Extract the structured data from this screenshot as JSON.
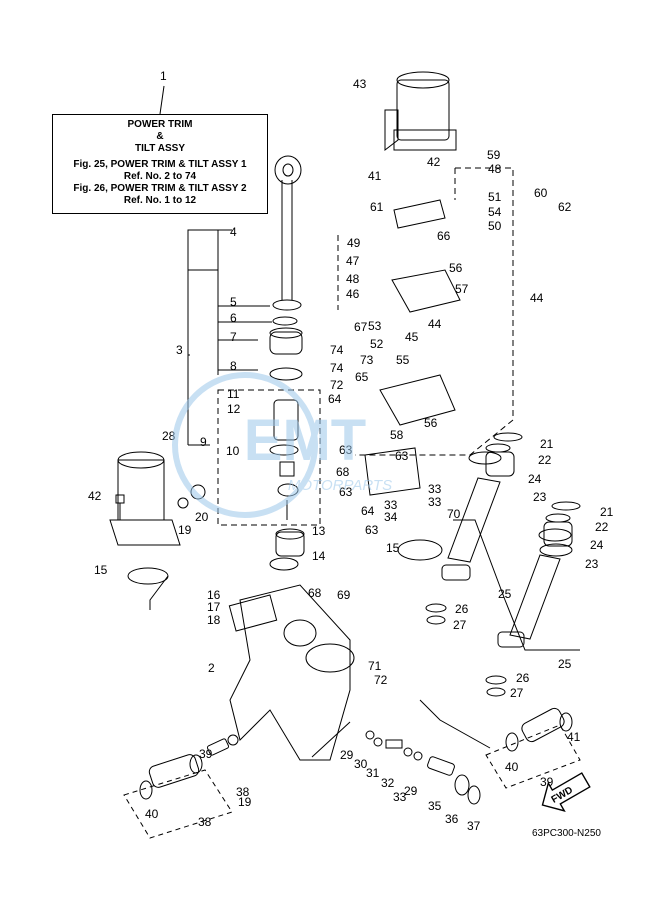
{
  "title_box": {
    "line1": "POWER TRIM",
    "line2": "&",
    "line3": "TILT ASSY",
    "line4": "Fig. 25, POWER TRIM & TILT ASSY 1",
    "line5": "Ref. No. 2 to 74",
    "line6": "Fig. 26, POWER TRIM & TILT ASSY 2",
    "line7": "Ref. No. 1 to 12"
  },
  "diagram_code": "63PC300-N250",
  "fwd_label": "FWD",
  "watermark": {
    "brand": "MOTORPARTS",
    "color": "#9cc7ea"
  },
  "labels": [
    "1",
    "2",
    "3",
    "4",
    "5",
    "6",
    "7",
    "8",
    "9",
    "10",
    "11",
    "12",
    "13",
    "14",
    "15",
    "15",
    "16",
    "17",
    "18",
    "19",
    "19",
    "20",
    "21",
    "21",
    "22",
    "22",
    "23",
    "23",
    "24",
    "24",
    "25",
    "25",
    "26",
    "26",
    "27",
    "27",
    "28",
    "29",
    "29",
    "30",
    "31",
    "32",
    "33",
    "33",
    "33",
    "33",
    "34",
    "35",
    "36",
    "37",
    "38",
    "38",
    "39",
    "39",
    "40",
    "40",
    "41",
    "41",
    "42",
    "42",
    "43",
    "44",
    "44",
    "45",
    "46",
    "47",
    "48",
    "48",
    "49",
    "50",
    "51",
    "52",
    "53",
    "54",
    "55",
    "56",
    "56",
    "57",
    "58",
    "59",
    "60",
    "61",
    "62",
    "63",
    "63",
    "63",
    "63",
    "64",
    "64",
    "65",
    "66",
    "67",
    "68",
    "68",
    "69",
    "70",
    "71",
    "72",
    "72",
    "73",
    "74",
    "74"
  ]
}
